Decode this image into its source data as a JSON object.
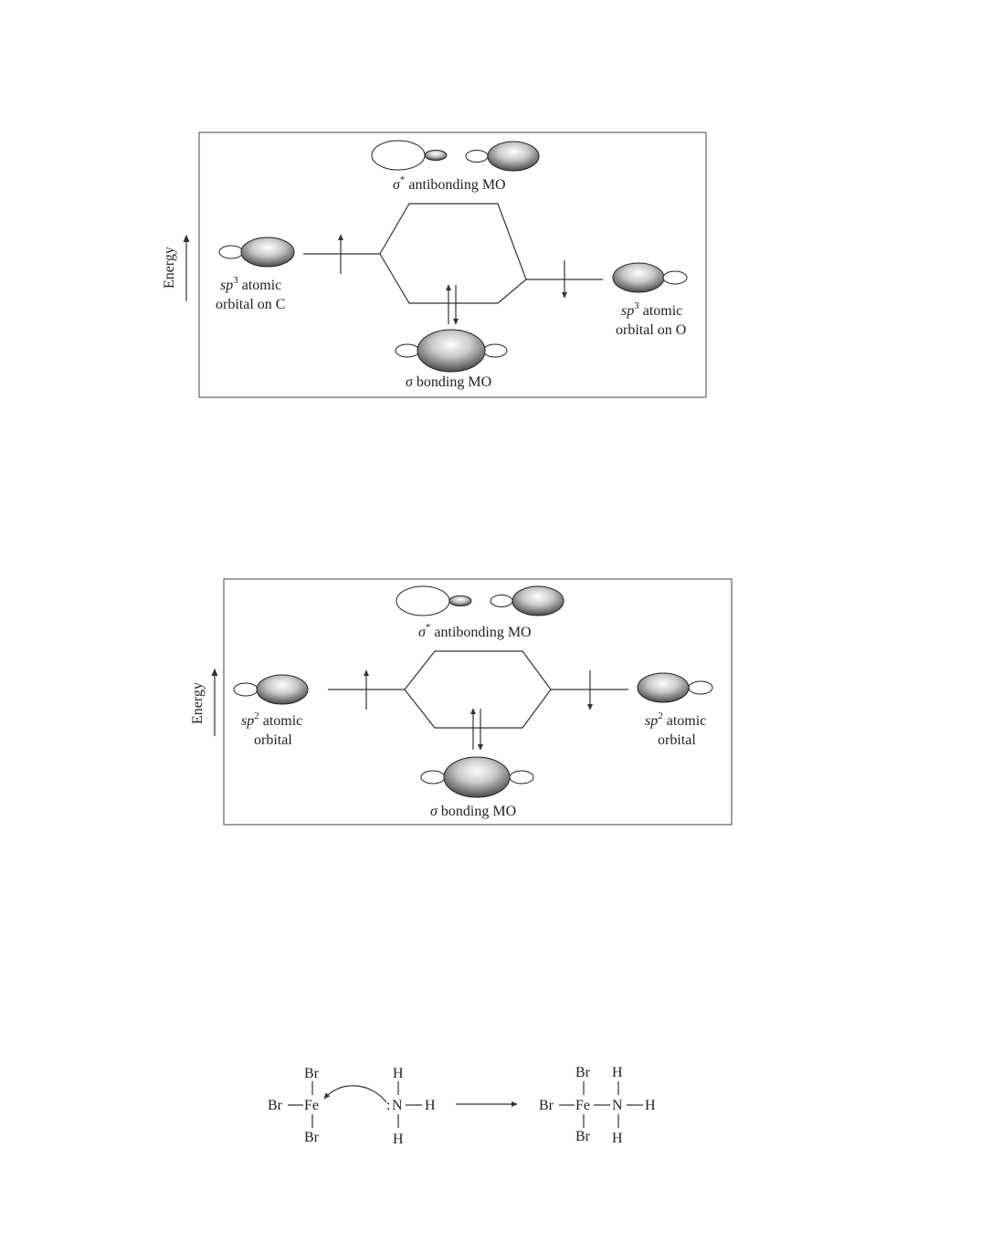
{
  "diagram1": {
    "energy_label": "Energy",
    "antibonding_label": "antibonding MO",
    "sigma_symbol": "σ",
    "star": "*",
    "bonding_label": "bonding MO",
    "left_line1_italic": "sp",
    "left_sup": "3",
    "left_line1_rest": " atomic",
    "left_line2": "orbital on C",
    "right_line1_italic": "sp",
    "right_sup": "3",
    "right_line1_rest": " atomic",
    "right_line2": "orbital on O"
  },
  "diagram2": {
    "energy_label": "Energy",
    "antibonding_label": "antibonding MO",
    "sigma_symbol": "σ",
    "star": "*",
    "bonding_label": "bonding MO",
    "left_line1_italic": "sp",
    "left_sup": "2",
    "left_line1_rest": " atomic",
    "left_line2": "orbital",
    "right_line1_italic": "sp",
    "right_sup": "2",
    "right_line1_rest": " atomic",
    "right_line2": "orbital"
  },
  "reaction": {
    "br": "Br",
    "fe": "Fe",
    "n": "N",
    "h": "H",
    "lone_pair": ":"
  }
}
